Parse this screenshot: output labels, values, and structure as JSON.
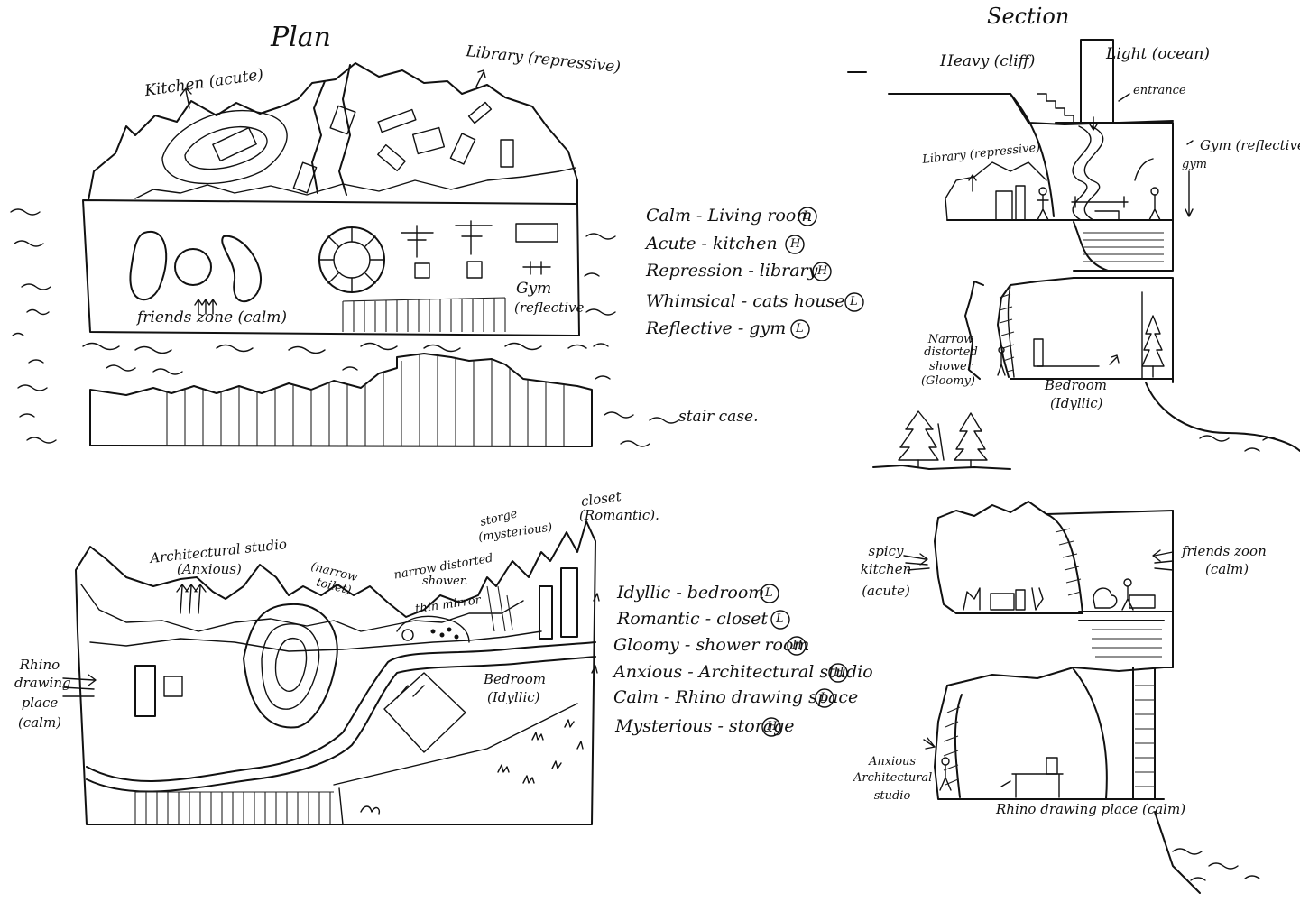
{
  "plan_title": "Plan",
  "section_title": "Section",
  "upper_plan": {
    "kitchen": "Kitchen (acute)",
    "library": "Library (repressive)",
    "friends_zone": "friends zone (calm)",
    "gym": "Gym",
    "gym_sub": "(reflective",
    "staircase": "stair case."
  },
  "upper_legend": [
    {
      "text": "Calm - Living room",
      "mark": "L"
    },
    {
      "text": "Acute - kitchen",
      "mark": "H"
    },
    {
      "text": "Repression - library",
      "mark": "H"
    },
    {
      "text": "Whimsical - cats house",
      "mark": "L"
    },
    {
      "text": "Reflective - gym",
      "mark": "L"
    }
  ],
  "lower_plan": {
    "studio": "Architectural studio",
    "studio_sub": "(Anxious)",
    "toilet": "(narrow",
    "toilet_sub": "toilet)",
    "shower": "narrow distorted",
    "shower_sub": "shower.",
    "mirror": "thin mirror",
    "storage": "storge",
    "storage_sub": "(mysterious)",
    "closet": "closet",
    "closet_sub": "(Romantic).",
    "rhino": [
      "Rhino",
      "drawing",
      "place",
      "(calm)"
    ],
    "bedroom": "Bedroom",
    "bedroom_sub": "(Idyllic)"
  },
  "lower_legend": [
    {
      "text": "Idyllic - bedroom",
      "mark": "L"
    },
    {
      "text": "Romantic - closet",
      "mark": "L"
    },
    {
      "text": "Gloomy - shower room",
      "mark": "H"
    },
    {
      "text": "Anxious - Architectural studio",
      "mark": "H"
    },
    {
      "text": "Calm - Rhino drawing space",
      "mark": "L"
    },
    {
      "text": "Mysterious - storage",
      "mark": "H"
    }
  ],
  "section": {
    "heavy": "Heavy (cliff)",
    "light": "Light (ocean)",
    "entrance": "entrance",
    "library": "Library (repressive)",
    "gym": "Gym (reflective",
    "gym_small": "gym",
    "shower": [
      "Narrow",
      "distorted",
      "shower",
      "(Gloomy)"
    ],
    "bedroom": "Bedroom",
    "bedroom_sub": "(Idyllic)",
    "kitchen": [
      "spicy",
      "kitchen",
      "(acute)"
    ],
    "friends": "friends zoon",
    "friends_sub": "(calm)",
    "studio": [
      "Anxious",
      "Architectural",
      "studio"
    ],
    "rhino": "Rhino drawing place (calm)"
  }
}
